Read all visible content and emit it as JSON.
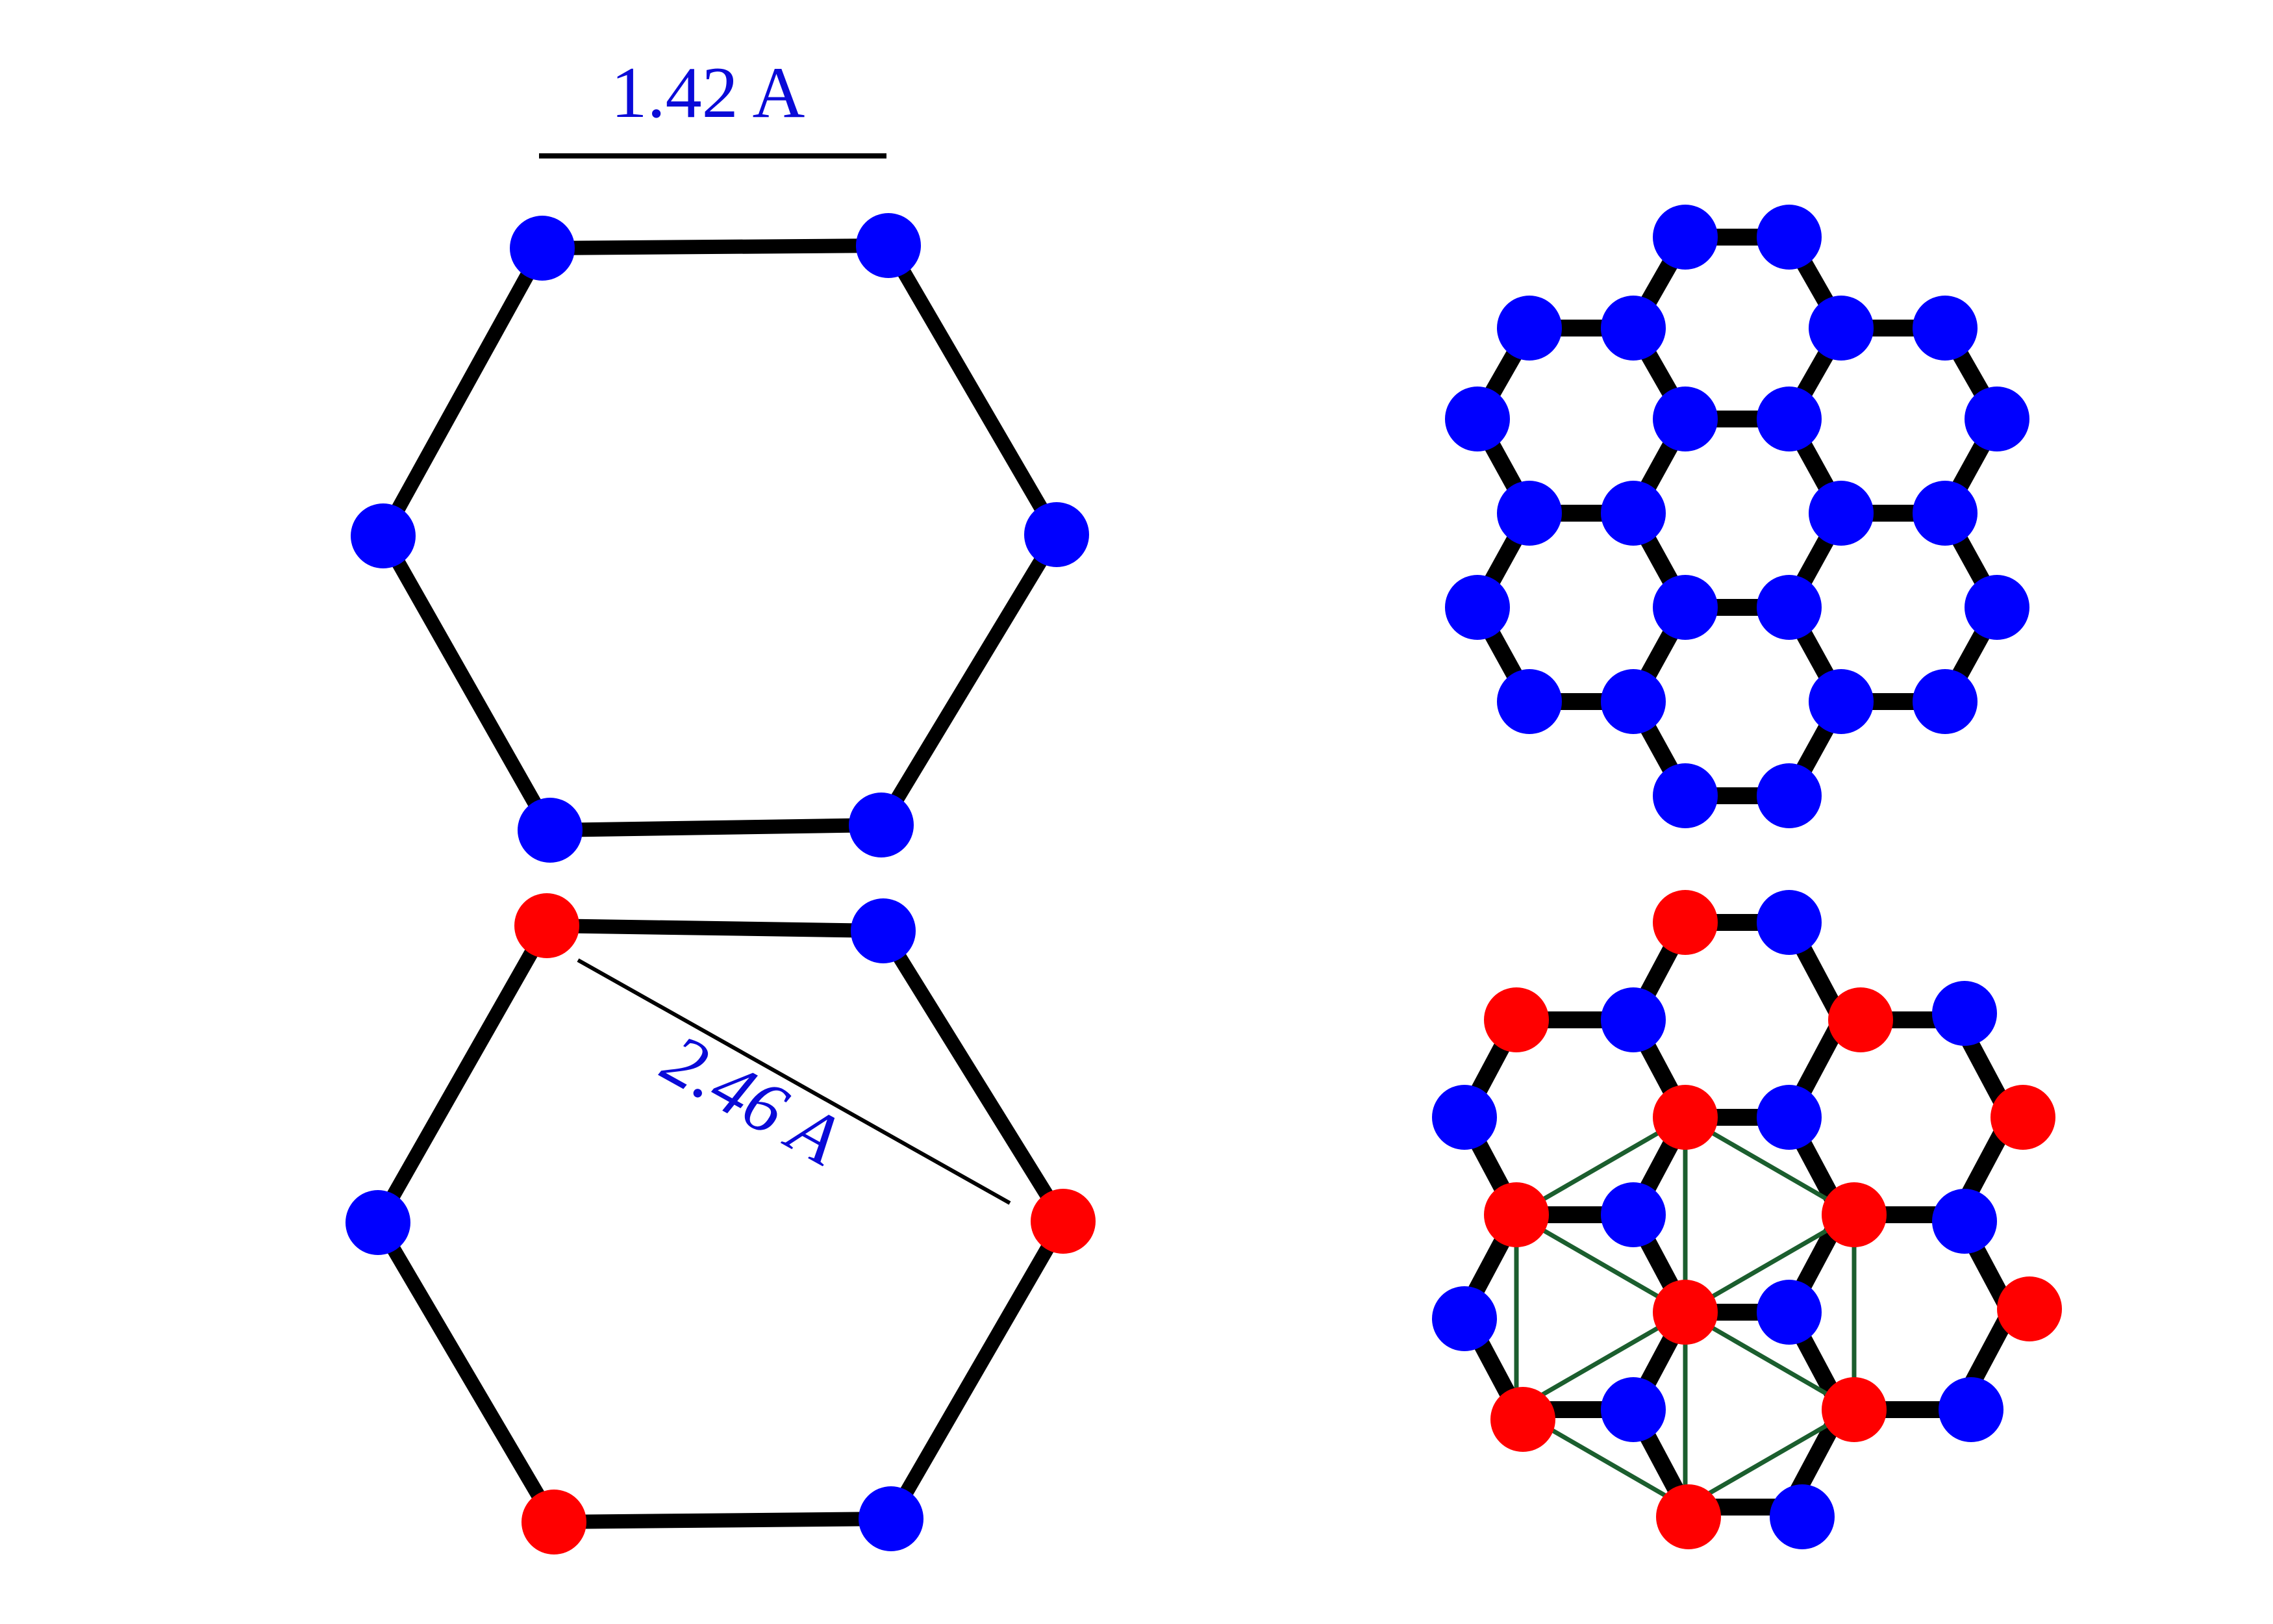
{
  "labels": {
    "bond_length": "1.42 A",
    "lattice_constant": "2.46 A"
  },
  "colors": {
    "atom_a": "#0000ff",
    "atom_b": "#ff0000",
    "bond": "#000000",
    "unit_cell": "#1b5e2e",
    "label_text": "#0a0ad8"
  },
  "atoms_legend": {
    "sublattice_a": "blue",
    "sublattice_b": "red"
  }
}
